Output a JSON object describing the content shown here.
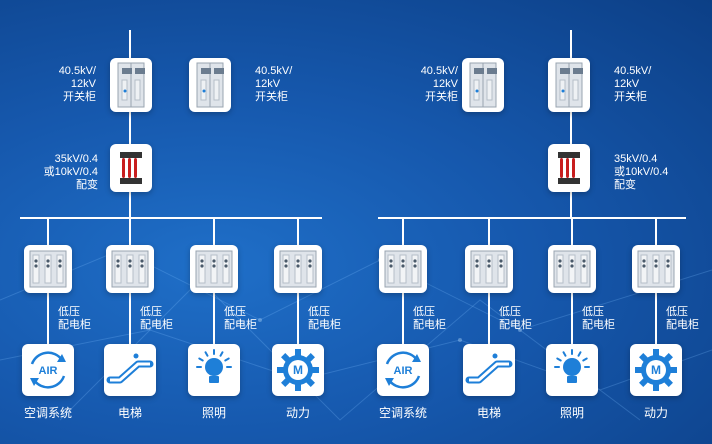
{
  "colors": {
    "bg": "#1658ad",
    "line": "#ffffff",
    "icon_blue": "#1e7fd8",
    "cabinet": "#dfe4ea",
    "transformer": "#c81e1e"
  },
  "groups": [
    {
      "switchgear": [
        {
          "label": "40.5kV/\n12kV\n开关柜"
        },
        {
          "label": "40.5kV/\n12kV\n开关柜"
        }
      ],
      "transformer": {
        "label": "35kV/0.4\n或10kV/0.4\n配变"
      },
      "panel_label": "低压\n配电柜",
      "loads": [
        {
          "icon": "air-conditioning-icon",
          "icon_text": "AIR",
          "caption": "空调系统"
        },
        {
          "icon": "escalator-icon",
          "icon_text": "",
          "caption": "电梯"
        },
        {
          "icon": "lightbulb-icon",
          "icon_text": "",
          "caption": "照明"
        },
        {
          "icon": "motor-gear-icon",
          "icon_text": "M",
          "caption": "动力"
        }
      ]
    },
    {
      "switchgear": [
        {
          "label": "40.5kV/\n12kV\n开关柜"
        },
        {
          "label": "40.5kV/\n12kV\n开关柜"
        }
      ],
      "transformer": {
        "label": "35kV/0.4\n或10kV/0.4\n配变"
      },
      "panel_label": "低压\n配电柜",
      "loads": [
        {
          "icon": "air-conditioning-icon",
          "icon_text": "AIR",
          "caption": "空调系统"
        },
        {
          "icon": "escalator-icon",
          "icon_text": "",
          "caption": "电梯"
        },
        {
          "icon": "lightbulb-icon",
          "icon_text": "",
          "caption": "照明"
        },
        {
          "icon": "motor-gear-icon",
          "icon_text": "M",
          "caption": "动力"
        }
      ]
    }
  ]
}
